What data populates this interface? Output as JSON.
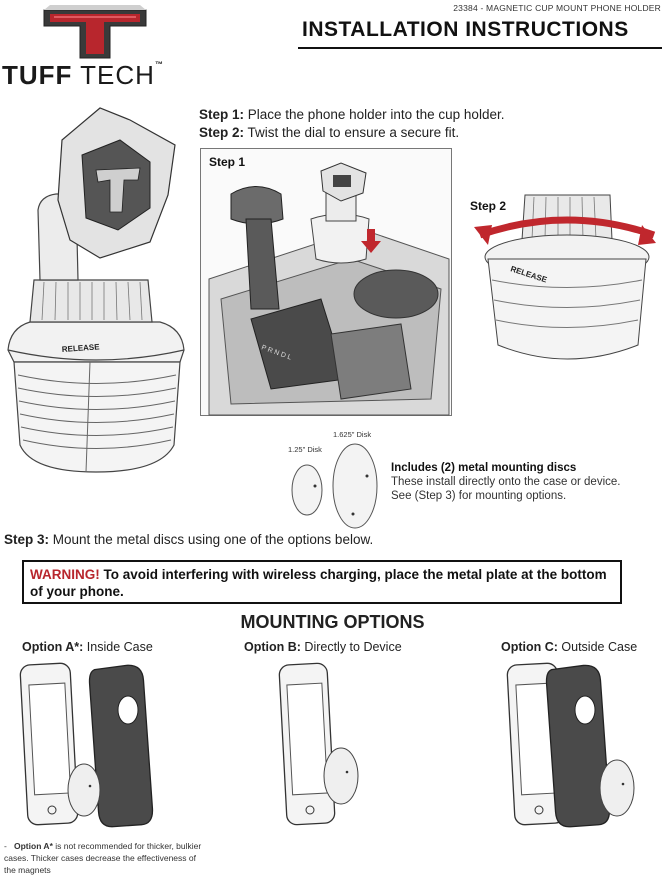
{
  "header": {
    "brand_part1": "TUFF",
    "brand_part2": " TECH",
    "trademark": "™",
    "doc_id": "23384 - MAGNETIC CUP MOUNT PHONE HOLDER",
    "title": "INSTALLATION INSTRUCTIONS"
  },
  "steps": {
    "step1_label": "Step 1:",
    "step1_text": " Place the phone holder into the cup holder.",
    "step2_label": "Step 2:",
    "step2_text": " Twist the dial to ensure a secure fit.",
    "step3_label": "Step 3:",
    "step3_text": " Mount the metal discs using one of the options below."
  },
  "figures": {
    "step1_caption": "Step 1",
    "step2_caption": "Step 2",
    "release_label": "RELEASE",
    "release_label_2": "RELEASE",
    "gear_letters": "P R N D L"
  },
  "discs": {
    "small_label": "1.25\"  Disk",
    "large_label": "1.625\"  Disk",
    "heading": "Includes (2) metal mounting discs",
    "line1": "These install directly onto the case or device.",
    "line2": "See (Step 3) for mounting options."
  },
  "warning": {
    "prefix": "WARNING!",
    "text": " To avoid interfering with wireless charging, place the metal plate at the bottom of your phone."
  },
  "mounting": {
    "title": "MOUNTING OPTIONS",
    "options": [
      {
        "label": "Option A*:",
        "desc": " Inside Case"
      },
      {
        "label": "Option B:",
        "desc": " Directly to Device"
      },
      {
        "label": "Option C:",
        "desc": " Outside Case"
      }
    ]
  },
  "footnote": {
    "bullet": "-",
    "bold": "Option A*",
    "text": " is not recommended for thicker, bulkier cases. Thicker cases decrease the effectiveness of the magnets"
  },
  "colors": {
    "logo_red": "#b8262d",
    "logo_dark": "#3a3a3a",
    "warning_red": "#b8262d",
    "arrow_red": "#c0272d"
  }
}
